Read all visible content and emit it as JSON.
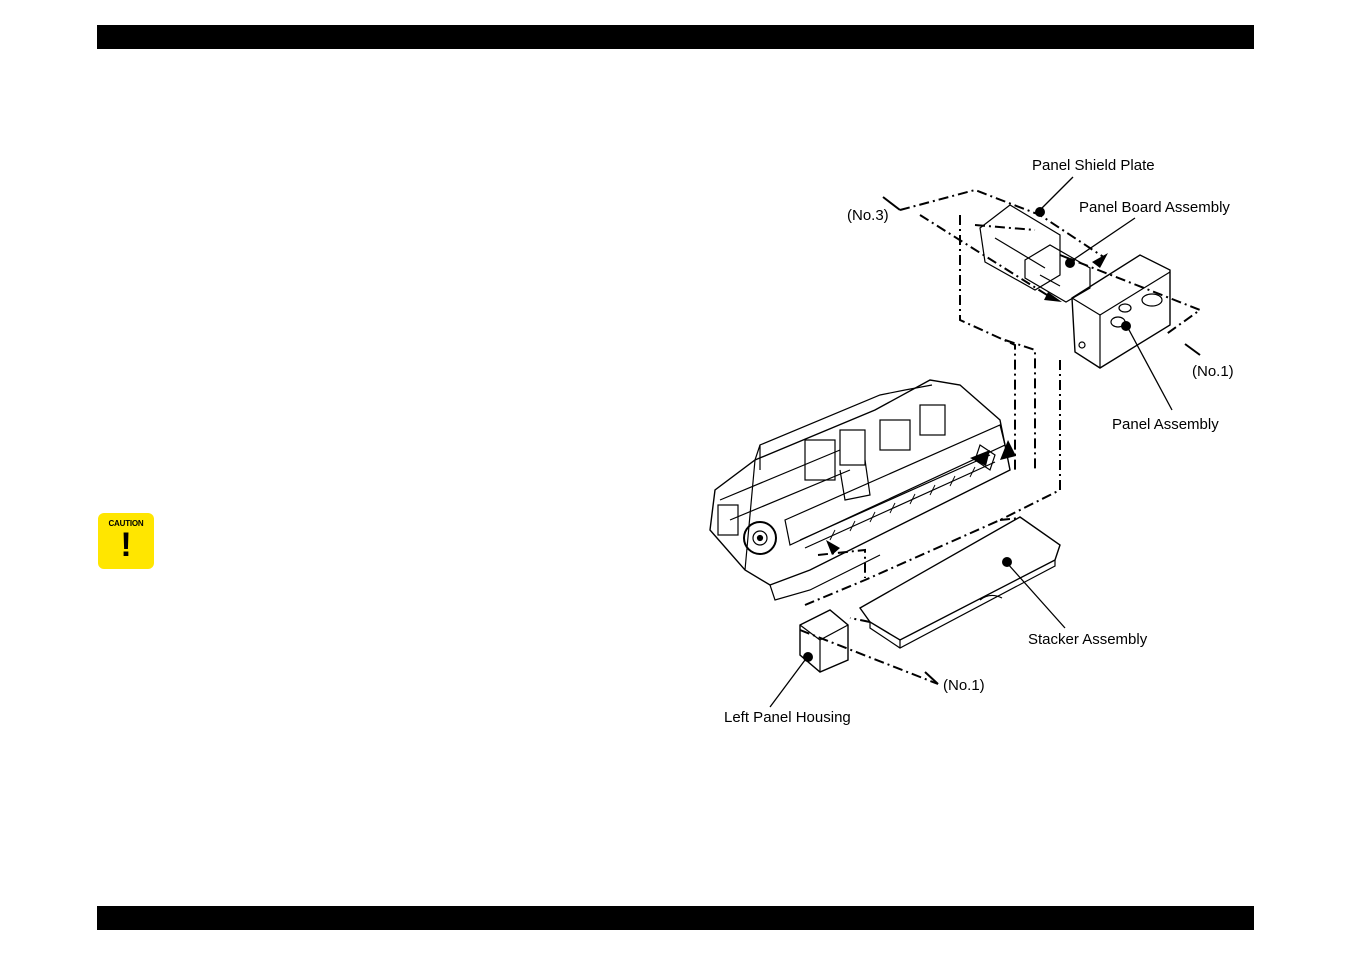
{
  "caution": {
    "word": "CAUTION",
    "icon": "exclamation-icon",
    "color": "#ffe600"
  },
  "figure": {
    "labels": {
      "panel_shield_plate": "Panel Shield Plate",
      "no3": "(No.3)",
      "panel_board_assembly": "Panel Board Assembly",
      "no1_right": "(No.1)",
      "panel_assembly": "Panel Assembly",
      "stacker_assembly": "Stacker Assembly",
      "no1_bottom": "(No.1)",
      "left_panel_housing": "Left Panel Housing"
    }
  }
}
